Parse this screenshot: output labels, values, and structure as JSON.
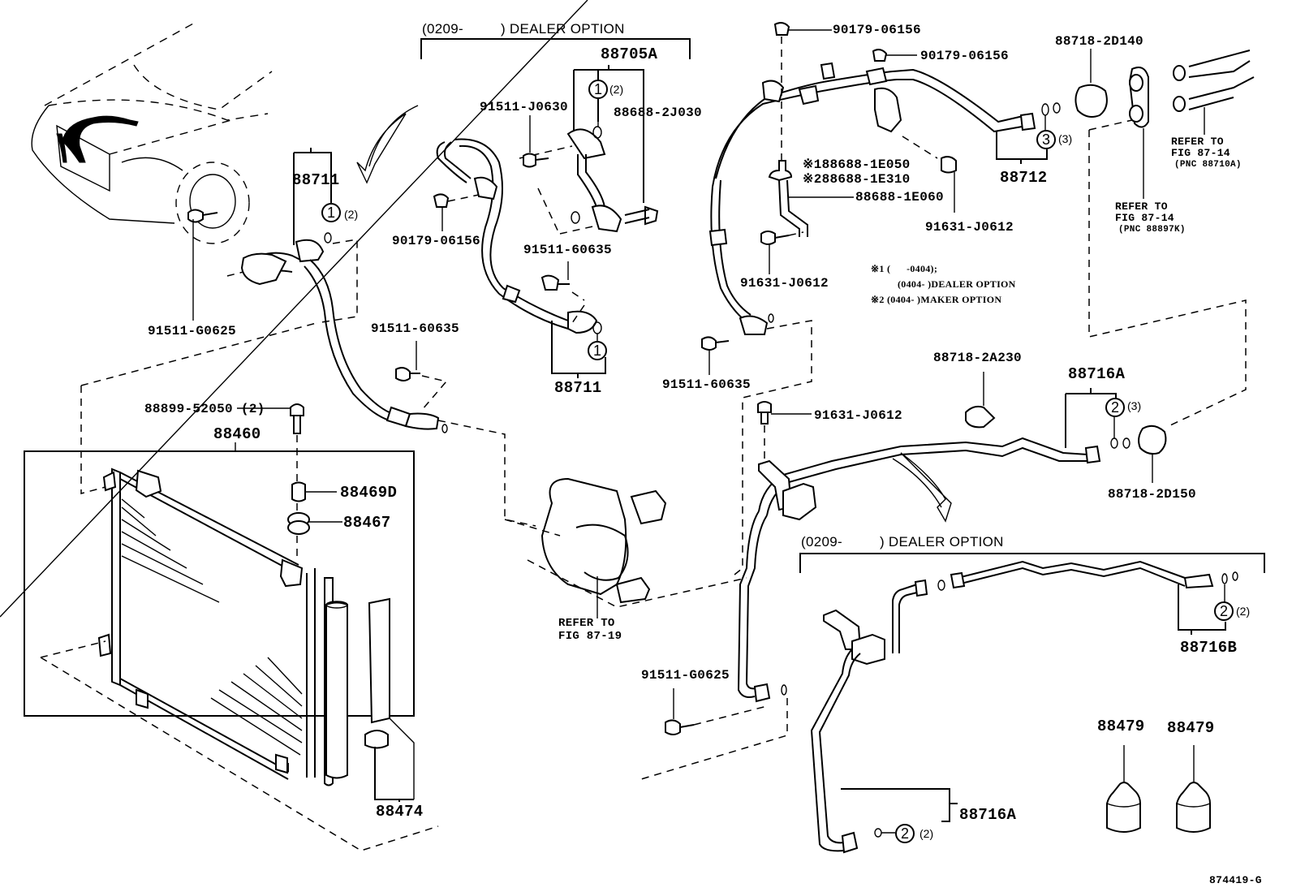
{
  "figure": {
    "figure_code": "874419-G",
    "title": "Heating & Air Conditioning - Cooler Piping (parts diagram)"
  },
  "dealer_option_headers": [
    {
      "id": "top",
      "from": "(0209-",
      "to": ") DEALER OPTION"
    },
    {
      "id": "bottom",
      "from": "(0209-",
      "to": ") DEALER OPTION"
    }
  ],
  "parts": {
    "p88705A": "88705A",
    "p88688_2J030": "88688-2J030",
    "p91511_J0630": "91511-J0630",
    "p90179_06156_a": "90179-06156",
    "p91511_60635_a": "91511-60635",
    "p88711_a": "88711",
    "p88711_b": "88711",
    "p91511_G0625_a": "91511-G0625",
    "p91511_60635_b": "91511-60635",
    "p88899_52050": "88899-52050",
    "p88899_52050_qty": "(2)",
    "p88460": "88460",
    "p88469D": "88469D",
    "p88467": "88467",
    "p88474": "88474",
    "p90179_06156_b": "90179-06156",
    "p90179_06156_c": "90179-06156",
    "p88718_2D140": "88718-2D140",
    "p88712": "88712",
    "p88688_1E050": "88688-1E050",
    "p88688_1E310": "88688-1E310",
    "p88688_1E060": "88688-1E060",
    "p91631_J0612_a": "91631-J0612",
    "p91631_J0612_b": "91631-J0612",
    "p91631_J0612_c": "91631-J0612",
    "p91511_60635_c": "91511-60635",
    "p88718_2A230": "88718-2A230",
    "p88716A_a": "88716A",
    "p88716A_b": "88716A",
    "p88718_2D150": "88718-2D150",
    "p88716B": "88716B",
    "p91511_G0625_b": "91511-G0625",
    "p88479_a": "88479",
    "p88479_b": "88479"
  },
  "markers": {
    "mark1": "※1",
    "mark2": "※2"
  },
  "callouts": [
    {
      "id": "c1a",
      "num": "1",
      "qty": "(2)"
    },
    {
      "id": "c1b",
      "num": "1",
      "qty": "(2)"
    },
    {
      "id": "c1c",
      "num": "1",
      "qty": ""
    },
    {
      "id": "c3",
      "num": "3",
      "qty": "(3)"
    },
    {
      "id": "c2a",
      "num": "2",
      "qty": "(3)"
    },
    {
      "id": "c2b",
      "num": "2",
      "qty": "(2)"
    },
    {
      "id": "c2c",
      "num": "2",
      "qty": "(2)"
    }
  ],
  "references": {
    "fig_87_14_a": {
      "line1": "REFER TO",
      "line2": "FIG 87-14",
      "line3": "(PNC 88710A)"
    },
    "fig_87_14_b": {
      "line1": "REFER TO",
      "line2": "FIG 87-14",
      "line3": "(PNC 88897K)"
    },
    "fig_87_19": {
      "line1": "REFER TO",
      "line2": "FIG 87-19"
    }
  },
  "notes": {
    "n1_mark": "※1",
    "n1_text": "(      -0404);",
    "n1b_text": "(0404-      )DEALER OPTION",
    "n2_mark": "※2",
    "n2_text": "(0404-      )MAKER OPTION"
  }
}
